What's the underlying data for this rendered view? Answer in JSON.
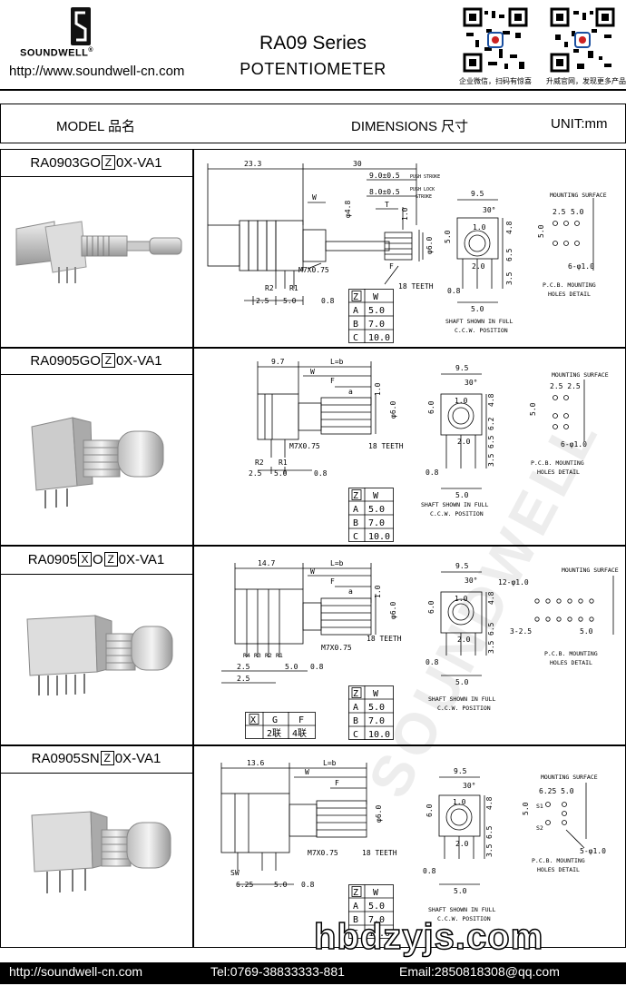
{
  "header": {
    "brand": "SOUNDWELL",
    "registered": "®",
    "url": "http://www.soundwell-cn.com",
    "series": "RA09 Series",
    "product": "POTENTIOMETER",
    "qr1_caption": "企业微信，扫码有惊喜",
    "qr2_caption": "升威官网，发现更多产品"
  },
  "table_header": {
    "model": "MODEL 品名",
    "dimensions": "DIMENSIONS 尺寸",
    "unit": "UNIT:mm"
  },
  "rows": [
    {
      "model_prefix": "RA0903GO",
      "box1": "Z",
      "model_mid": "",
      "box2": "",
      "model_suffix": "0X-VA1",
      "dims": {
        "d1": "23.3",
        "d2": "30",
        "d3": "9.0±0.5",
        "d4": "8.0±0.5",
        "push_stroke": "PUSH STROKE",
        "push_lock": "PUSH LOCK",
        "stroke": "STROKE",
        "w": "W",
        "t": "T",
        "d48": "φ4.8",
        "d60": "φ6.0",
        "f": "F",
        "m7": "M7X0.75",
        "teeth": "18 TEETH",
        "r2": "R2",
        "r1": "R1",
        "b25": "2.5",
        "b50": "5.0",
        "b08": "0.8",
        "c95": "9.5",
        "c30": "30°",
        "c10": "1.0",
        "c48": "4.8",
        "c65": "6.5",
        "c35": "3.5",
        "c20": "2.0",
        "c08": "0.8",
        "c50": "5.0",
        "mount": "MOUNTING SURFACE",
        "m25": "2.5",
        "m50": "5.0",
        "m5": "5.0",
        "mhole": "6-φ1.0",
        "pcb": "P.C.B. MOUNTING",
        "holes": "HOLES DETAIL",
        "shaft": "SHAFT SHOWN IN FULL",
        "ccw": "C.C.W. POSITION"
      },
      "options": {
        "header": [
          "Z",
          "W"
        ],
        "rows": [
          [
            "A",
            "5.0"
          ],
          [
            "B",
            "7.0"
          ],
          [
            "C",
            "10.0"
          ]
        ]
      }
    },
    {
      "model_prefix": "RA0905GO",
      "box1": "Z",
      "model_mid": "",
      "box2": "",
      "model_suffix": "0X-VA1",
      "dims": {
        "d1": "9.7",
        "lb": "L=b",
        "w": "W",
        "f": "F",
        "a": "a",
        "d10": "1.0",
        "d60": "φ6.0",
        "m7": "M7X0.75",
        "teeth": "18 TEETH",
        "r2": "R2",
        "r1": "R1",
        "b25": "2.5",
        "b50": "5.0",
        "b08": "0.8",
        "c95": "9.5",
        "c30": "30°",
        "c10": "1.0",
        "c48": "4.8",
        "c60": "6.0",
        "c62": "6.2",
        "c65": "6.5",
        "c35": "3.5",
        "c20": "2.0",
        "c08": "0.8",
        "c50": "5.0",
        "mount": "MOUNTING SURFACE",
        "m25": "2.5 2.5",
        "m5": "5.0",
        "mhole": "6-φ1.0",
        "pcb": "P.C.B. MOUNTING",
        "holes": "HOLES DETAIL",
        "shaft": "SHAFT SHOWN IN FULL",
        "ccw": "C.C.W. POSITION"
      },
      "options": {
        "header": [
          "Z",
          "W"
        ],
        "rows": [
          [
            "A",
            "5.0"
          ],
          [
            "B",
            "7.0"
          ],
          [
            "C",
            "10.0"
          ]
        ]
      }
    },
    {
      "model_prefix": "RA0905",
      "box1": "X",
      "model_mid": "O",
      "box2": "Z",
      "model_suffix": "0X-VA1",
      "dims": {
        "d1": "14.7",
        "lb": "L=b",
        "w": "W",
        "f": "F",
        "a": "a",
        "d10": "1.0",
        "d60": "φ6.0",
        "m7": "M7X0.75",
        "teeth": "18 TEETH",
        "r4": "R4",
        "r3": "R3",
        "r2": "R2",
        "r1": "R1",
        "b25": "2.5",
        "b50": "5.0",
        "b08": "0.8",
        "c95": "9.5",
        "c30": "30°",
        "c10": "1.0",
        "c48": "4.8",
        "c60": "6.0",
        "c65": "6.5",
        "c35": "3.5",
        "c20": "2.0",
        "c08": "0.8",
        "c50": "5.0",
        "mount": "MOUNTING SURFACE",
        "mhole": "12-φ1.0",
        "m325": "3-2.5",
        "m5": "5.0",
        "pcb": "P.C.B. MOUNTING",
        "holes": "HOLES DETAIL",
        "shaft": "SHAFT SHOWN IN FULL",
        "ccw": "C.C.W. POSITION"
      },
      "options": {
        "header": [
          "Z",
          "W"
        ],
        "rows": [
          [
            "A",
            "5.0"
          ],
          [
            "B",
            "7.0"
          ],
          [
            "C",
            "10.0"
          ]
        ]
      },
      "gang": {
        "header": [
          "X",
          "G",
          "F"
        ],
        "row": [
          "",
          "2联",
          "4联"
        ]
      }
    },
    {
      "model_prefix": "RA0905SN",
      "box1": "Z",
      "model_mid": "",
      "box2": "",
      "model_suffix": "0X-VA1",
      "dims": {
        "d1": "13.6",
        "lb": "L=b",
        "w": "W",
        "f": "F",
        "d60": "φ6.0",
        "m7": "M7X0.75",
        "teeth": "18 TEETH",
        "sw": "SW",
        "b625": "6.25",
        "b50": "5.0",
        "b08": "0.8",
        "c95": "9.5",
        "c30": "30°",
        "c10": "1.0",
        "c48": "4.8",
        "c60": "6.0",
        "c65": "6.5",
        "c35": "3.5",
        "c20": "2.0",
        "c08": "0.8",
        "c50": "5.0",
        "mount": "MOUNTING SURFACE",
        "m625": "6.25 5.0",
        "m5": "5.0",
        "s1": "S1",
        "s2": "S2",
        "mhole": "5-φ1.0",
        "pcb": "P.C.B. MOUNTING",
        "holes": "HOLES DETAIL",
        "shaft": "SHAFT SHOWN IN FULL",
        "ccw": "C.C.W. POSITION"
      },
      "options": {
        "header": [
          "Z",
          "W"
        ],
        "rows": [
          [
            "A",
            "5.0"
          ],
          [
            "B",
            "7.0"
          ],
          [
            "C",
            "10.0"
          ]
        ]
      }
    }
  ],
  "watermark": "SOUNDWELL",
  "site_watermark": "hbdzyjs.com",
  "footer": {
    "url": "http://soundwell-cn.com",
    "tel": "Tel:0769-38833333-881",
    "email": "Email:2850818308@qq.com"
  }
}
